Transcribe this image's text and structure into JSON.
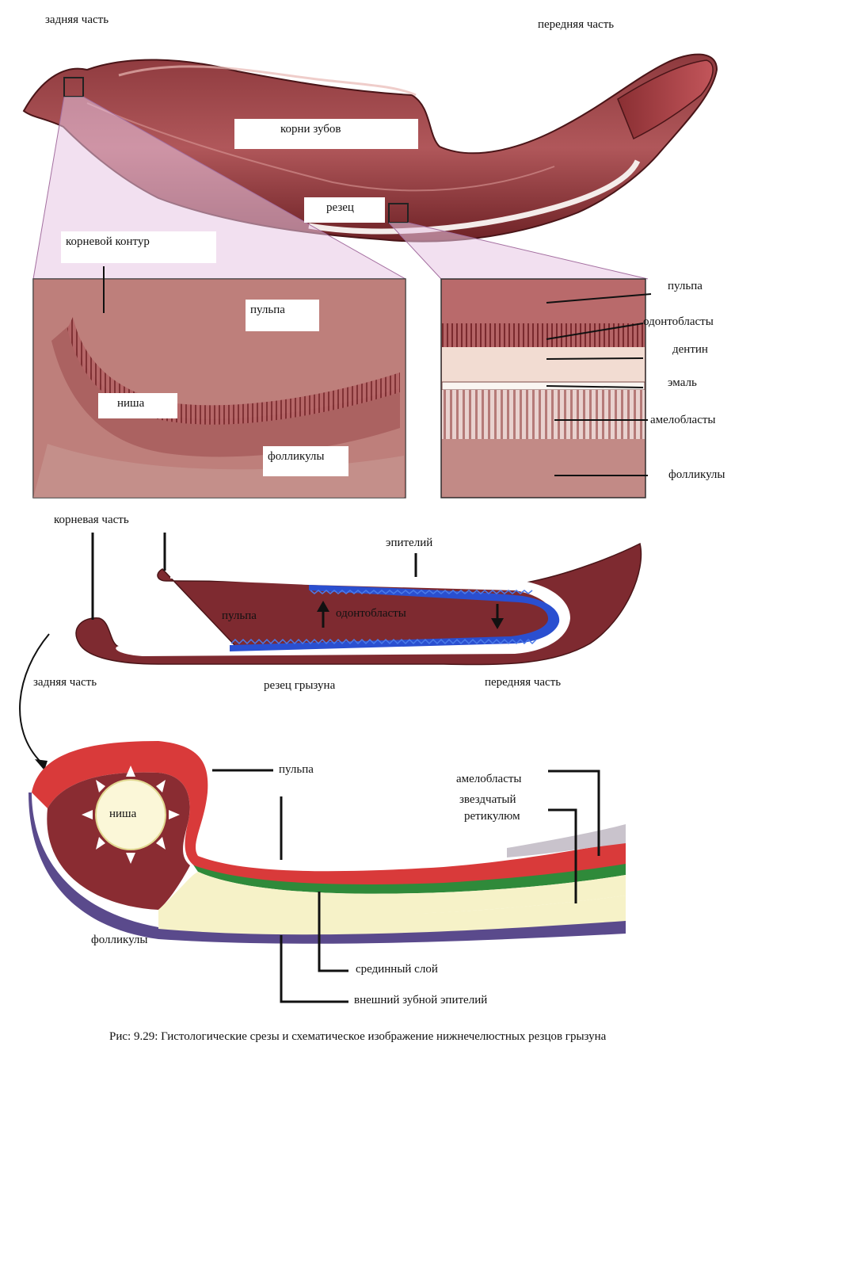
{
  "figure": {
    "caption": "Рис: 9.29: Гистологические срезы и схематическое изображение нижнечелюстных резцов грызуна"
  },
  "jaw_section": {
    "back_label": "задняя часть",
    "front_label": "передняя часть",
    "tooth_roots_label": "корни зубов",
    "incisor_label": "резец"
  },
  "left_inset": {
    "root_contour_label": "корневой контур",
    "pulp_label": "пульпа",
    "niche_label": "ниша",
    "follicles_label": "фолликулы"
  },
  "right_inset": {
    "pulp_label": "пульпа",
    "odontoblasts_label": "одонтобласты",
    "dentin_label": "дентин",
    "enamel_label": "эмаль",
    "ameloblasts_label": "амелобласты",
    "follicles_label": "фолликулы"
  },
  "incisor_scheme": {
    "root_part_label": "корневая часть",
    "epithelium_label": "эпителий",
    "pulp_label": "пульпа",
    "odontoblasts_label": "одонтобласты",
    "back_label": "задняя часть",
    "rodent_incisor_label": "резец грызуна",
    "front_label": "передняя часть"
  },
  "loop_scheme": {
    "pulp_label": "пульпа",
    "niche_label": "ниша",
    "ameloblasts_label": "амелобласты",
    "stellate_reticulum_label": "звездчатый ретикулюм",
    "stellate_reticulum_line1": "звездчатый",
    "stellate_reticulum_line2": "ретикулюм",
    "follicles_label": "фолликулы",
    "intermediate_layer_label": "срединный слой",
    "outer_enamel_epithelium_label": "внешний зубной эпителий"
  },
  "colors": {
    "bone": "#7a2a2e",
    "tissue": "#b86a6c",
    "enamel_blue": "#2a4fd0",
    "red_layer": "#d93a3a",
    "green_layer": "#2f8a3a",
    "cream_layer": "#f6f2c8",
    "purple_layer": "#5a4a8c",
    "pink_triangle": "#e8c6e4"
  }
}
